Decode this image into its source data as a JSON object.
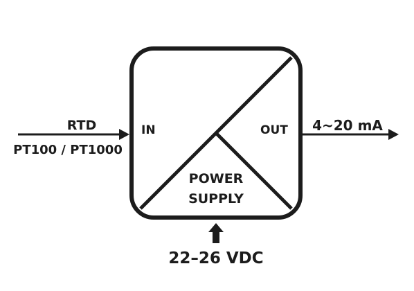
{
  "input": {
    "signal": "RTD",
    "sensor": "PT100 / PT1000"
  },
  "block": {
    "in_label": "IN",
    "out_label": "OUT",
    "power_label_line1": "POWER",
    "power_label_line2": "SUPPLY"
  },
  "output": {
    "signal": "4~20 mA"
  },
  "power": {
    "voltage": "22–26 VDC"
  },
  "colors": {
    "ink": "#1c1c1c",
    "background": "#ffffff"
  }
}
